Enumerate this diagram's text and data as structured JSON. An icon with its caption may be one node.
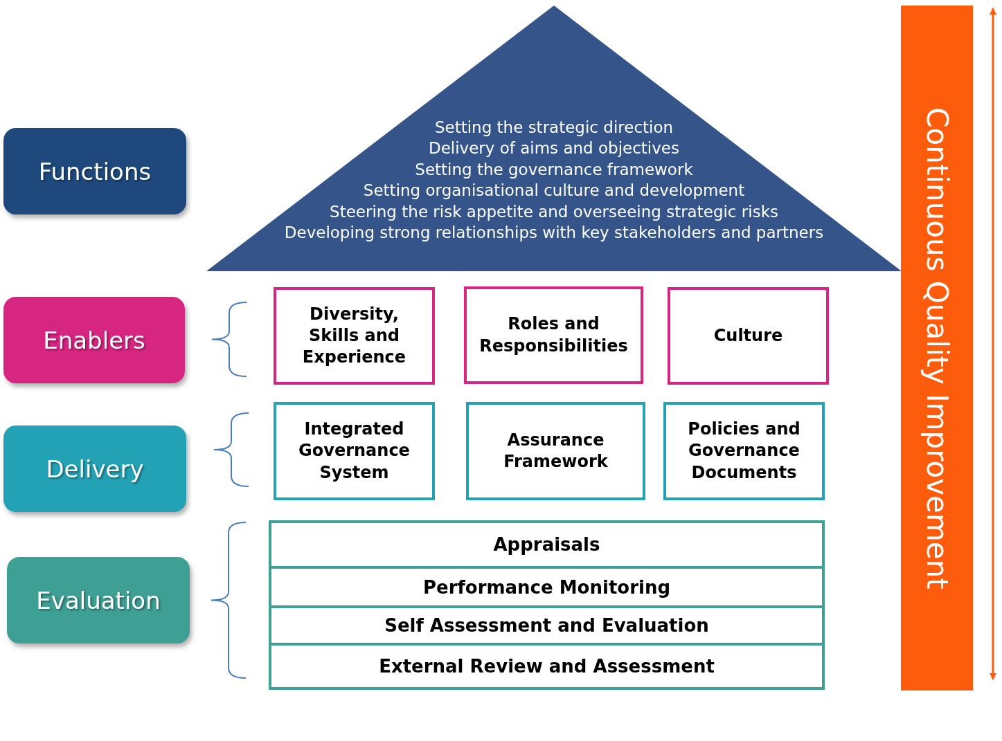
{
  "diagram": {
    "nodes": [
      {
        "text": [
          "Functions"
        ]
      },
      {
        "text": [
          "Setting the strategic direction",
          "Delivery of aims and objectives",
          "Setting the governance framework",
          "Setting organisational culture and development",
          "Steering the risk appetite and overseeing strategic risks",
          "Developing strong relationships with key stakeholders and partners"
        ]
      },
      {
        "text": [
          "Enablers"
        ]
      },
      {
        "text": [
          "Diversity, Skills and Experience"
        ]
      },
      {
        "text": [
          "Roles and Responsibilities"
        ]
      },
      {
        "text": [
          "Culture"
        ]
      },
      {
        "text": [
          "Delivery"
        ]
      },
      {
        "text": [
          "Integrated Governance System"
        ]
      },
      {
        "text": [
          "Assurance Framework"
        ]
      },
      {
        "text": [
          "Policies and Governance Documents"
        ]
      },
      {
        "text": [
          "Evaluation"
        ]
      },
      {
        "text": [
          "Appraisals"
        ]
      },
      {
        "text": [
          "Performance Monitoring"
        ]
      },
      {
        "text": [
          "Self Assessment and Evaluation"
        ]
      },
      {
        "text": [
          "External Review and Assessment"
        ]
      },
      {
        "text": [
          "Continuous Quality Improvement"
        ]
      }
    ]
  }
}
